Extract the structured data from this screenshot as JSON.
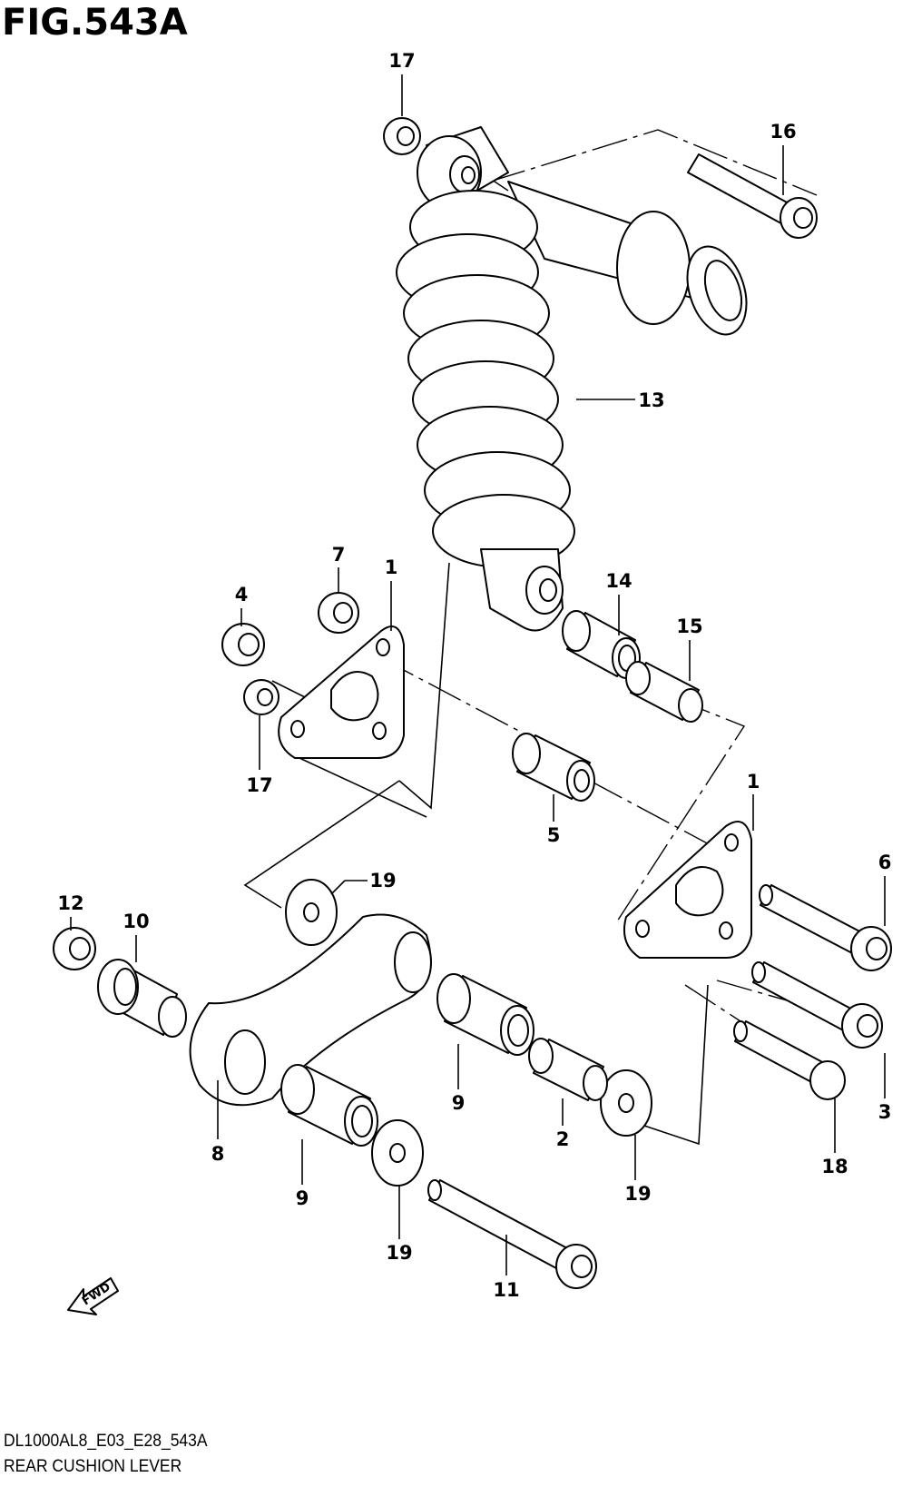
{
  "title": "FIG.543A",
  "footer": {
    "code": "DL1000AL8_E03_E28_543A",
    "name": "REAR CUSHION LEVER"
  },
  "fwd_label": "FWD",
  "callouts": {
    "c17a": "17",
    "c16": "16",
    "c13": "13",
    "c7": "7",
    "c1a": "1",
    "c4": "4",
    "c14": "14",
    "c15": "15",
    "c17b": "17",
    "c5": "5",
    "c1b": "1",
    "c6": "6",
    "c19a": "19",
    "c12": "12",
    "c10": "10",
    "c9a": "9",
    "c3": "3",
    "c8": "8",
    "c2": "2",
    "c18": "18",
    "c9b": "9",
    "c19b": "19",
    "c19c": "19",
    "c11": "11"
  }
}
